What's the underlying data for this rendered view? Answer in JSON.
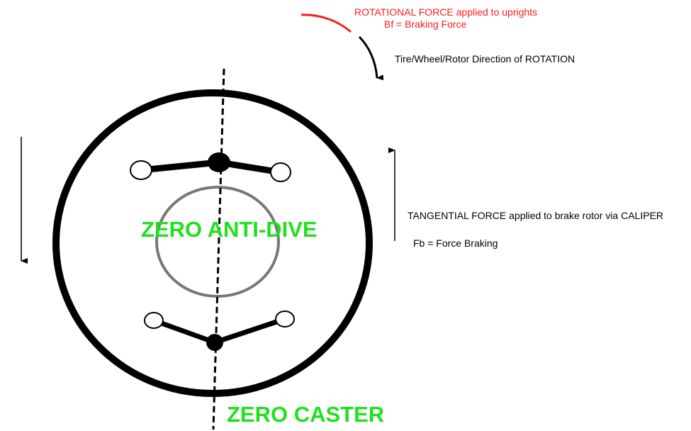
{
  "labels": {
    "rotational_force": "ROTATIONAL FORCE applied to uprights",
    "braking_force": "Bf = Braking Force",
    "rotation_direction": "Tire/Wheel/Rotor Direction of ROTATION",
    "tangential_force": "TANGENTIAL FORCE applied to brake rotor via CALIPER",
    "force_braking": "Fb = Force Braking",
    "zero_anti_dive": "ZERO ANTI-DIVE",
    "zero_caster": "ZERO CASTER"
  },
  "colors": {
    "red": "#ff1a1a",
    "green": "#22e01e",
    "black": "#000000",
    "gray": "#777777"
  }
}
